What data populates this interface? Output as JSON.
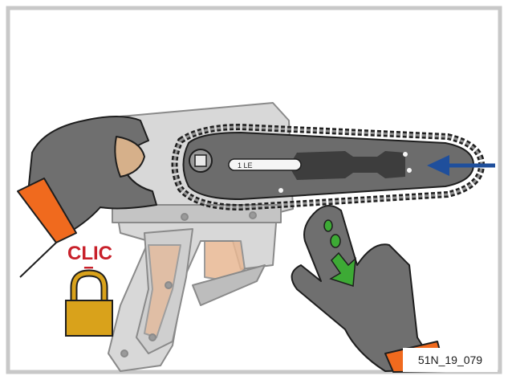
{
  "clic_label": "CLIC",
  "equals_sign": "=",
  "reference_code": "51N_19_079",
  "bar_marking": "1 LE",
  "icons": [
    "padlock-icon",
    "arrow-icon"
  ],
  "colors": {
    "frame": "#c8c8c8",
    "glove": "#6f6f6f",
    "glove_outline": "#1e1e1e",
    "cuff": "#f06a1e",
    "clic_red": "#c8202a",
    "padlock_gold": "#d9a21b",
    "push_arrow": "#1f4f9c",
    "slide_arrow": "#3daa35",
    "saw_body": "#d8d8d8",
    "handle_accent": "#e8b894"
  }
}
